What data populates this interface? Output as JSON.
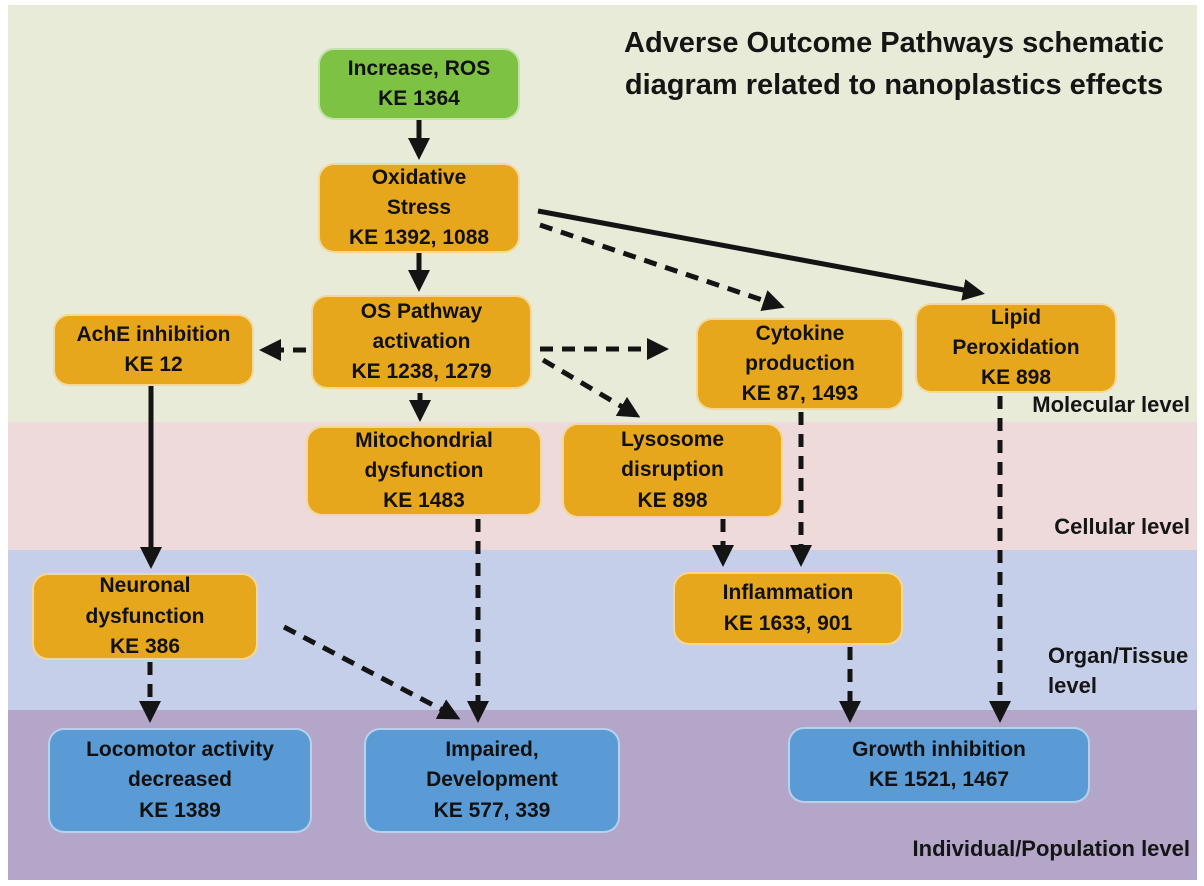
{
  "title": {
    "lines": [
      "Adverse Outcome Pathways schematic",
      "diagram related to nanoplastics effects"
    ]
  },
  "colors": {
    "green": "#7dc242",
    "orange": "#e7a71d",
    "blue": "#5b9bd5",
    "arrow": "#141414"
  },
  "levels": [
    {
      "label": "Molecular level",
      "band_color": "#e7ebd8"
    },
    {
      "label": "Cellular level",
      "band_color": "#eedada"
    },
    {
      "label": "Organ/Tissue level",
      "band_color": "#c6cfe9"
    },
    {
      "label": "Individual/Population level",
      "band_color": "#b3a6c9"
    }
  ],
  "nodes": {
    "increase_ros": {
      "lines": [
        "Increase, ROS",
        "KE 1364"
      ],
      "color": "green",
      "level": "Molecular level"
    },
    "oxidative_stress": {
      "lines": [
        "Oxidative",
        "Stress",
        "KE 1392, 1088"
      ],
      "color": "orange",
      "level": "Molecular level"
    },
    "os_pathway": {
      "lines": [
        "OS Pathway",
        "activation",
        "KE 1238, 1279"
      ],
      "color": "orange",
      "level": "Molecular level"
    },
    "ache_inhibition": {
      "lines": [
        "AchE inhibition",
        "KE 12"
      ],
      "color": "orange",
      "level": "Molecular level"
    },
    "cytokine_production": {
      "lines": [
        "Cytokine",
        "production",
        "KE 87, 1493"
      ],
      "color": "orange",
      "level": "Molecular level"
    },
    "lipid_peroxidation": {
      "lines": [
        "Lipid",
        "Peroxidation",
        "KE 898"
      ],
      "color": "orange",
      "level": "Molecular level"
    },
    "mitochondrial_dysfunction": {
      "lines": [
        "Mitochondrial",
        "dysfunction",
        "KE 1483"
      ],
      "color": "orange",
      "level": "Cellular level"
    },
    "lysosome_disruption": {
      "lines": [
        "Lysosome",
        "disruption",
        "KE 898"
      ],
      "color": "orange",
      "level": "Cellular level"
    },
    "neuronal_dysfunction": {
      "lines": [
        "Neuronal",
        "dysfunction",
        "KE 386"
      ],
      "color": "orange",
      "level": "Organ/Tissue level"
    },
    "inflammation": {
      "lines": [
        "Inflammation",
        "KE 1633, 901"
      ],
      "color": "orange",
      "level": "Organ/Tissue level"
    },
    "locomotor_decreased": {
      "lines": [
        "Locomotor activity",
        "decreased",
        "KE 1389"
      ],
      "color": "blue",
      "level": "Individual/Population level"
    },
    "impaired_development": {
      "lines": [
        "Impaired,",
        "Development",
        "KE 577, 339"
      ],
      "color": "blue",
      "level": "Individual/Population level"
    },
    "growth_inhibition": {
      "lines": [
        "Growth inhibition",
        "KE 1521, 1467"
      ],
      "color": "blue",
      "level": "Individual/Population level"
    }
  },
  "edges": [
    {
      "from": "increase_ros",
      "to": "oxidative_stress",
      "style": "solid"
    },
    {
      "from": "oxidative_stress",
      "to": "os_pathway",
      "style": "solid"
    },
    {
      "from": "oxidative_stress",
      "to": "lipid_peroxidation",
      "style": "solid"
    },
    {
      "from": "ache_inhibition",
      "to": "neuronal_dysfunction",
      "style": "solid"
    },
    {
      "from": "os_pathway",
      "to": "ache_inhibition",
      "style": "dashed"
    },
    {
      "from": "os_pathway",
      "to": "mitochondrial_dysfunction",
      "style": "dashed"
    },
    {
      "from": "os_pathway",
      "to": "cytokine_production",
      "style": "dashed"
    },
    {
      "from": "os_pathway",
      "to": "lysosome_disruption",
      "style": "dashed"
    },
    {
      "from": "oxidative_stress",
      "to": "cytokine_production",
      "style": "dashed"
    },
    {
      "from": "cytokine_production",
      "to": "inflammation",
      "style": "dashed"
    },
    {
      "from": "lysosome_disruption",
      "to": "inflammation",
      "style": "dashed"
    },
    {
      "from": "lipid_peroxidation",
      "to": "growth_inhibition",
      "style": "dashed"
    },
    {
      "from": "inflammation",
      "to": "growth_inhibition",
      "style": "dashed"
    },
    {
      "from": "neuronal_dysfunction",
      "to": "locomotor_decreased",
      "style": "dashed"
    },
    {
      "from": "mitochondrial_dysfunction",
      "to": "impaired_development",
      "style": "dashed"
    },
    {
      "from": "neuronal_dysfunction",
      "to": "impaired_development",
      "style": "dashed"
    }
  ]
}
